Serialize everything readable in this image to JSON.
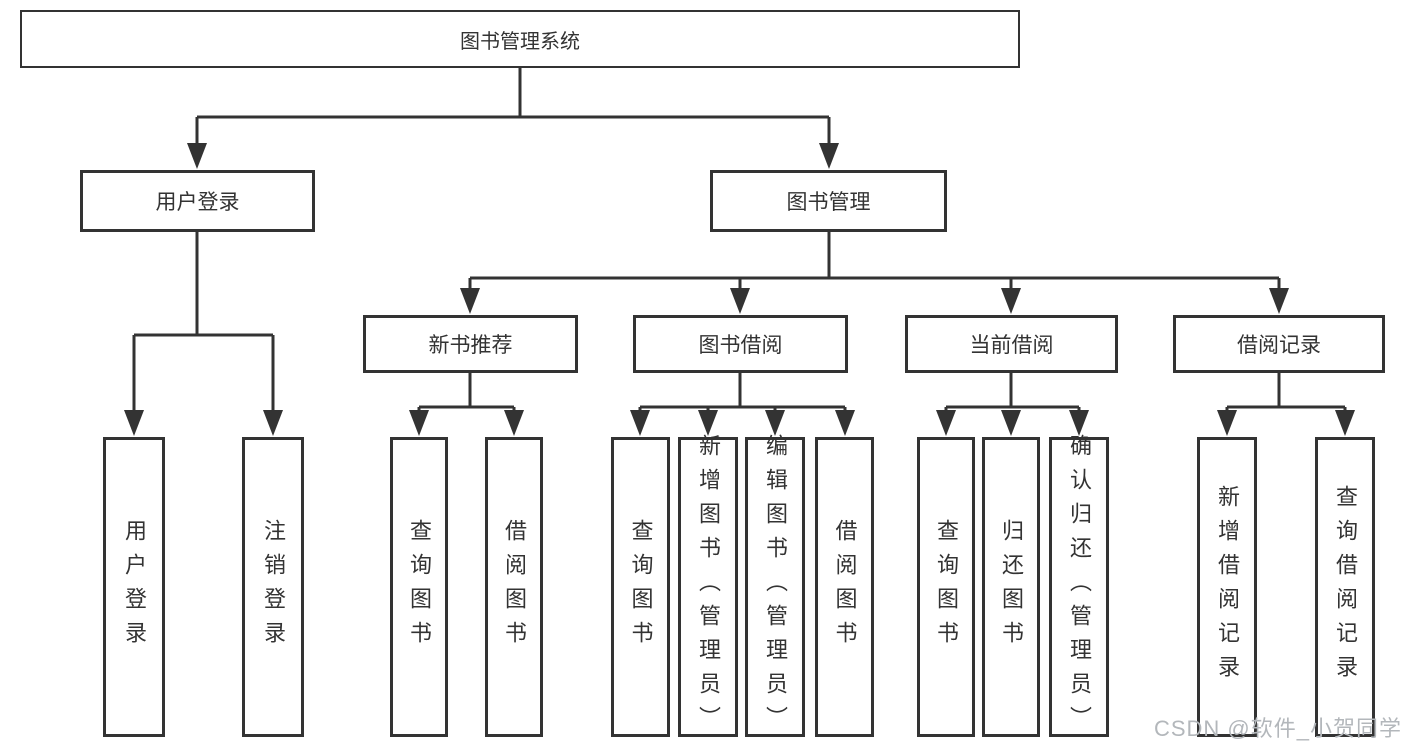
{
  "diagram": {
    "root": "图书管理系统",
    "level2": [
      "用户登录",
      "图书管理"
    ],
    "level3": [
      "新书推荐",
      "图书借阅",
      "当前借阅",
      "借阅记录"
    ],
    "leaves": [
      "用户登录",
      "注销登录",
      "查询图书",
      "借阅图书",
      "查询图书",
      "新增图书（管理员）",
      "编辑图书（管理员）",
      "借阅图书",
      "查询图书",
      "归还图书",
      "确认归还（管理员）",
      "新增借阅记录",
      "查询借阅记录"
    ],
    "line_color": "#333333"
  },
  "watermark": "CSDN @软件_小贺同学"
}
